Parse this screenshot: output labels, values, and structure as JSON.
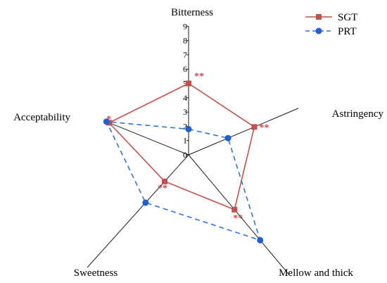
{
  "chart_data": {
    "type": "radar",
    "axes": [
      "Bitterness",
      "Astringency",
      "Mellow and thick",
      "Sweetness",
      "Acceptability"
    ],
    "range": [
      0,
      9
    ],
    "ticks": [
      "0",
      "1",
      "2",
      "3",
      "4",
      "5",
      "6",
      "7",
      "8",
      "9"
    ],
    "series": [
      {
        "name": "SGT",
        "values": [
          5,
          5,
          5,
          2.5,
          6
        ],
        "color": "#c8504a",
        "marker_color": "#c0504d",
        "line": "solid",
        "marker": "square"
      },
      {
        "name": "PRT",
        "values": [
          1.8,
          3,
          7.8,
          4.5,
          6.2
        ],
        "color": "#2e75d6",
        "marker_color": "#1f5fd0",
        "line": "dashed",
        "marker": "circle"
      }
    ],
    "annotations": [
      {
        "text": "**",
        "axis": "Bitterness"
      },
      {
        "text": "**",
        "axis": "Astringency"
      },
      {
        "text": "**",
        "axis": "Mellow and thick"
      },
      {
        "text": "**",
        "axis": "Sweetness"
      },
      {
        "text": "*",
        "axis": "Acceptability"
      }
    ],
    "annotation_color": "#c0504d",
    "legend_position": "top-right"
  }
}
